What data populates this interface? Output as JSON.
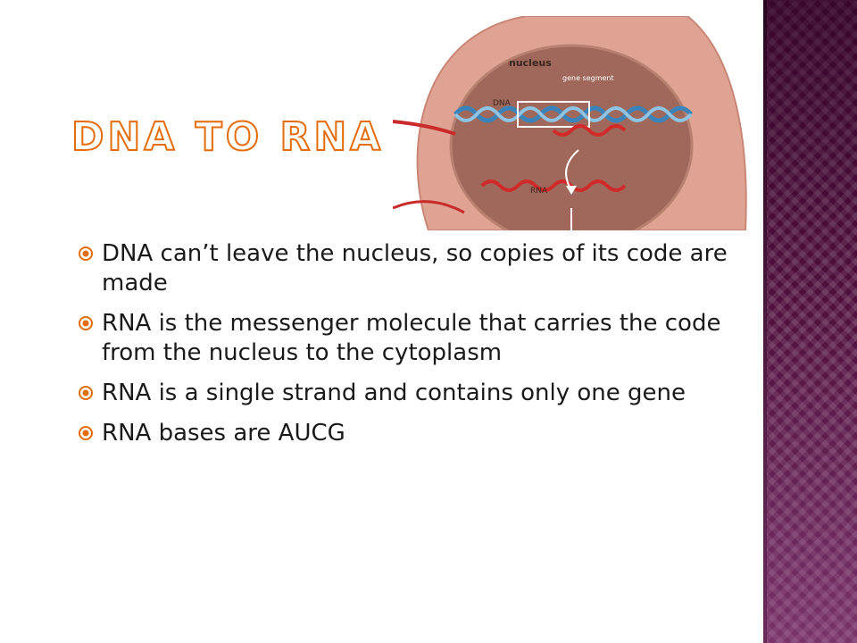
{
  "slide": {
    "title": "DNA to RNA",
    "bullets": [
      "DNA can’t leave the nucleus, so copies of its code are made",
      "RNA is the messenger molecule that carries the code from the nucleus to the cytoplasm",
      "RNA is a single strand and contains only one gene",
      "RNA bases are AUCG"
    ]
  },
  "diagram": {
    "nucleus_label": "nucleus",
    "segment_label": "gene segment",
    "dna_label": "DNA",
    "rna_label": "RNA"
  },
  "colors": {
    "title_outline": "#e46c0a",
    "bullet_mark": "#e46c0a",
    "side_band": "#4e0f3c",
    "cell": "#dfa394",
    "nucleus": "#a0685a",
    "dna_strand": "#3c84b8",
    "rna_strand": "#d12a2a"
  }
}
